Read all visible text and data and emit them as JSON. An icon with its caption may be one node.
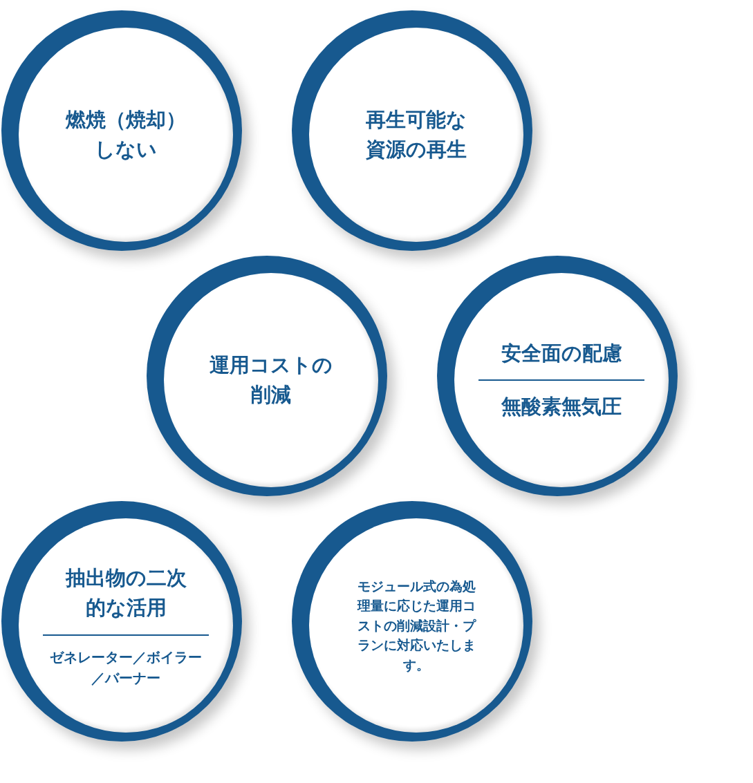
{
  "diagram": {
    "nodes": [
      {
        "text": [
          "燃焼（焼却）しない"
        ]
      },
      {
        "text": [
          "再生可能な資源の再生"
        ]
      },
      {
        "text": [
          "運用コストの削減"
        ]
      },
      {
        "text": [
          "安全面の配慮",
          "無酸素無気圧"
        ]
      },
      {
        "text": [
          "抽出物の二次的な活用",
          "ゼネレーター／ボイラー／バーナー"
        ]
      },
      {
        "text": [
          "モジュール式の為処理量に応じた運用コストの削減設計・プランに対応いたします。"
        ]
      }
    ],
    "edges": []
  }
}
